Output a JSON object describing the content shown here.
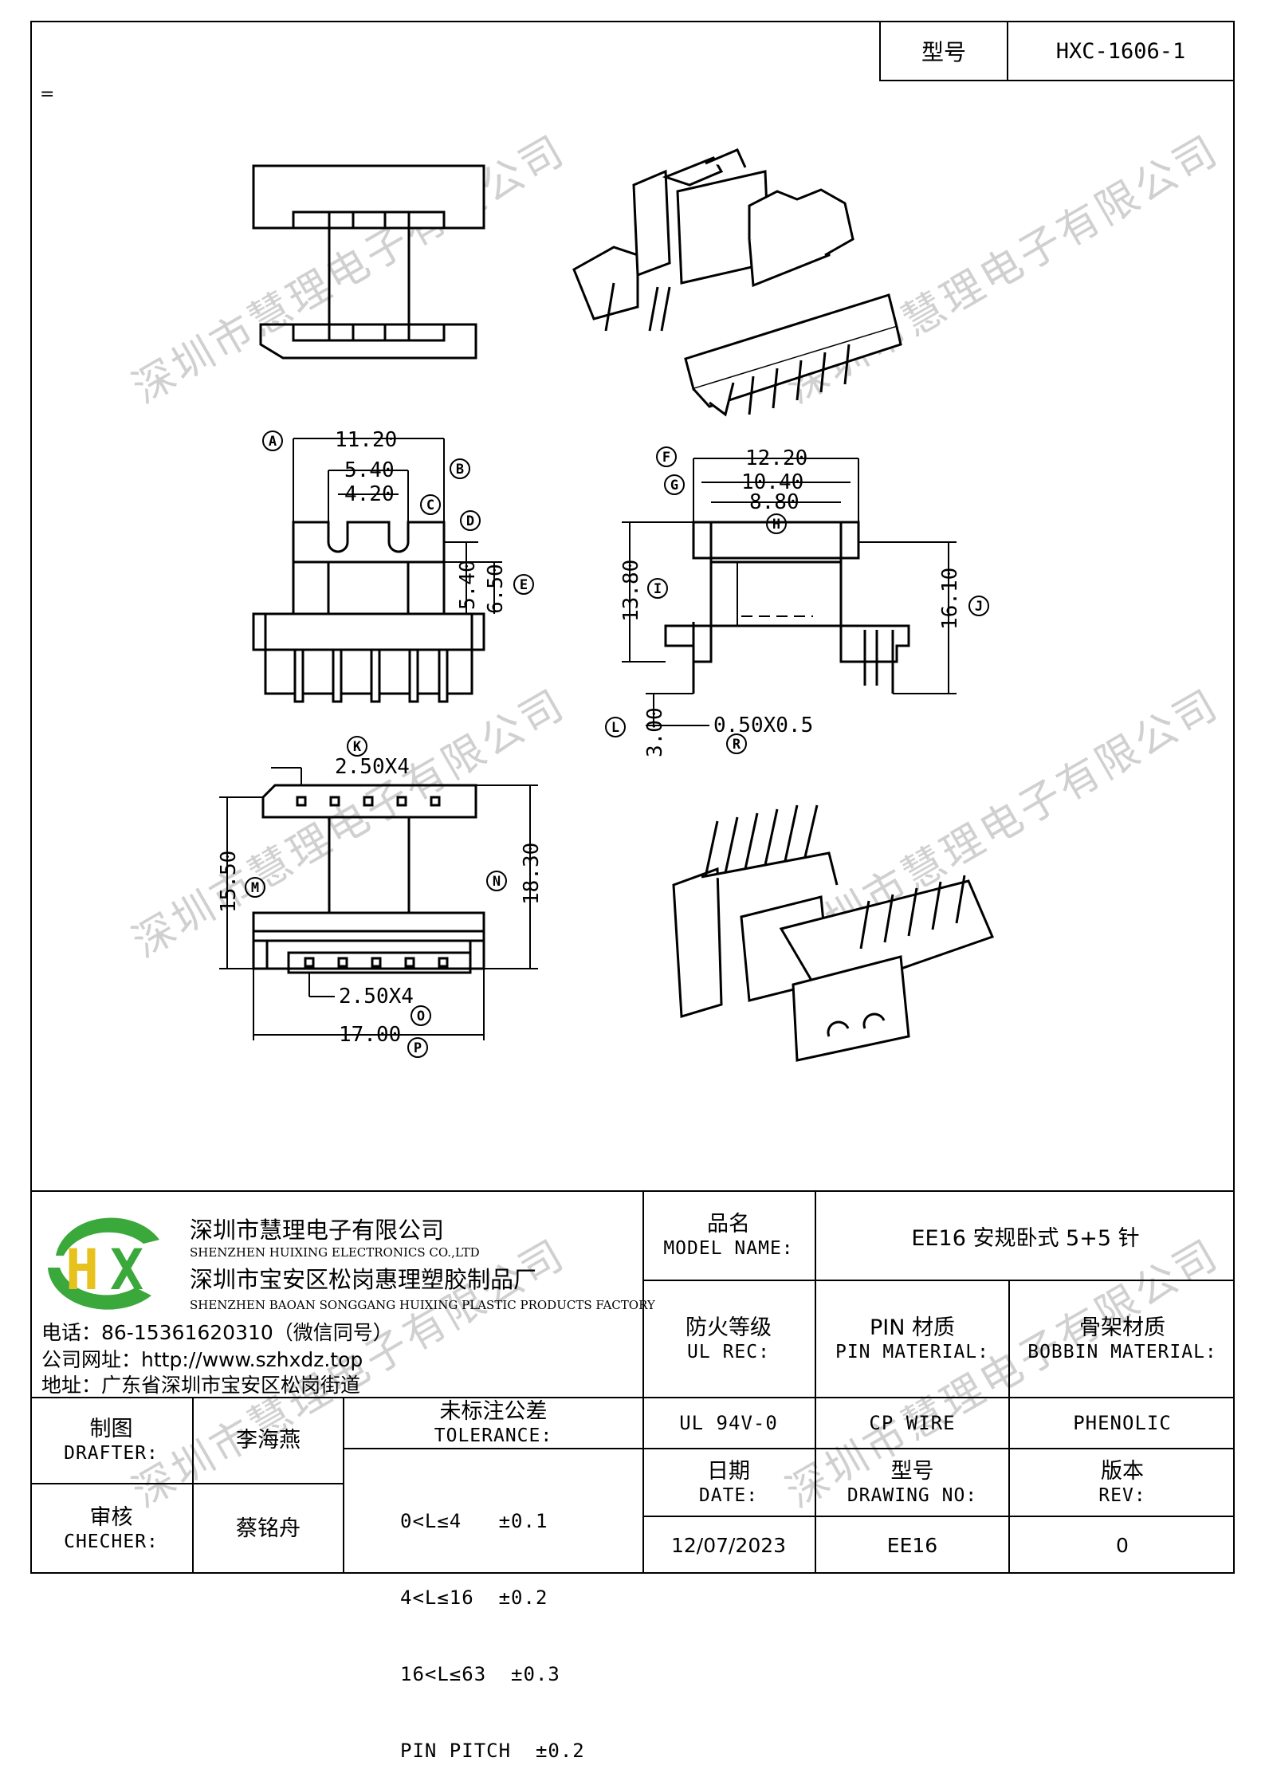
{
  "header": {
    "model_label": "型号",
    "model_value": "HXC-1606-1"
  },
  "top_mark": "=",
  "watermark": "深圳市慧理电子有限公司",
  "dimensions": {
    "A": "11.20",
    "B": "5.40",
    "C": "4.20",
    "D": "5.40",
    "E": "6.50",
    "F": "12.20",
    "G": "10.40",
    "H": "8.80",
    "I": "13.80",
    "J": "16.10",
    "L": "3.00",
    "R": "0.50X0.5",
    "K": "2.50X4",
    "M": "15.50",
    "N": "18.30",
    "O": "2.50X4",
    "P": "17.00"
  },
  "company": {
    "name_cn": "深圳市慧理电子有限公司",
    "name_en": "SHENZHEN HUIXING ELECTRONICS CO.,LTD",
    "factory_cn": "深圳市宝安区松岗惠理塑胶制品厂",
    "factory_en": "SHENZHEN BAOAN SONGGANG HUIXING PLASTIC PRODUCTS FACTORY",
    "phone": "电话：86-15361620310（微信同号）",
    "website": "公司网址：http://www.szhxdz.top",
    "address": "地址：广东省深圳市宝安区松岗街道",
    "logo_text": "HX",
    "brand_green": "#3aa83a",
    "brand_yellow": "#e8c21c"
  },
  "title_block": {
    "model_name_cn": "品名",
    "model_name_en": "MODEL NAME:",
    "model_name_value": "EE16 安规卧式 5+5 针",
    "ul_cn": "防火等级",
    "ul_en": "UL REC:",
    "pin_cn": "PIN 材质",
    "pin_en": "PIN MATERIAL:",
    "bobbin_cn": "骨架材质",
    "bobbin_en": "BOBBIN MATERIAL:",
    "ul_value": "UL 94V-0",
    "pin_value": "CP WIRE",
    "bobbin_value": "PHENOLIC",
    "drafter_cn": "制图",
    "drafter_en": "DRAFTER:",
    "drafter_value": "李海燕",
    "checker_cn": "审核",
    "checker_en": "CHECHER:",
    "checker_value": "蔡铭舟",
    "tolerance_cn": "未标注公差",
    "tolerance_en": "TOLERANCE:",
    "tolerance_lines": [
      "0<L≤4   ±0.1",
      "4<L≤16  ±0.2",
      "16<L≤63  ±0.3",
      "PIN PITCH  ±0.2"
    ],
    "date_cn": "日期",
    "date_en": "DATE:",
    "date_value": "12/07/2023",
    "drawing_cn": "型号",
    "drawing_en": "DRAWING NO:",
    "drawing_value": "EE16",
    "rev_cn": "版本",
    "rev_en": "REV:",
    "rev_value": "0"
  }
}
